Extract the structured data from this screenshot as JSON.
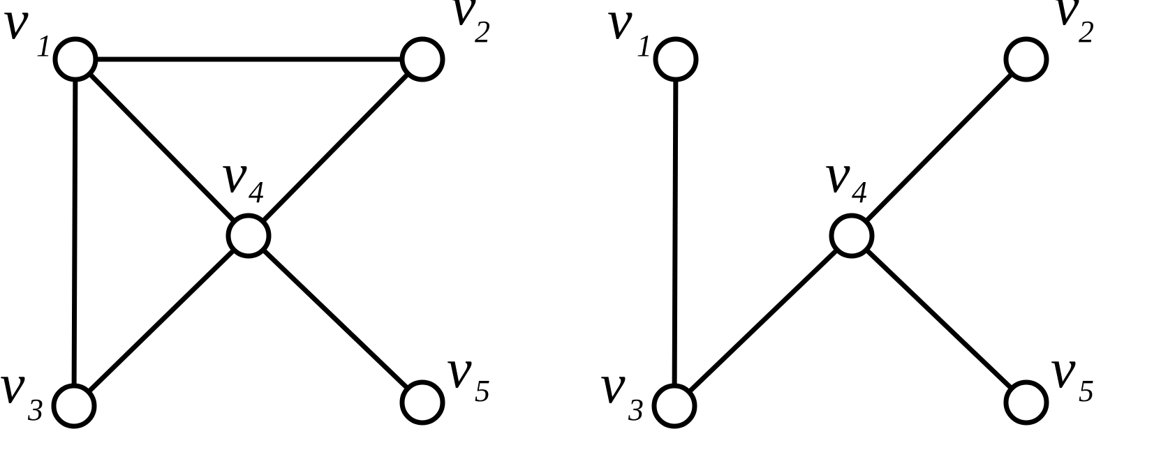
{
  "graphs": [
    {
      "id": "left-graph",
      "vertices": [
        {
          "id": "v1",
          "label": "v",
          "subscript": "1"
        },
        {
          "id": "v2",
          "label": "v",
          "subscript": "2"
        },
        {
          "id": "v3",
          "label": "v",
          "subscript": "3"
        },
        {
          "id": "v4",
          "label": "v",
          "subscript": "4"
        },
        {
          "id": "v5",
          "label": "v",
          "subscript": "5"
        }
      ],
      "edges": [
        [
          "v1",
          "v2"
        ],
        [
          "v1",
          "v3"
        ],
        [
          "v1",
          "v4"
        ],
        [
          "v2",
          "v4"
        ],
        [
          "v3",
          "v4"
        ],
        [
          "v4",
          "v5"
        ]
      ]
    },
    {
      "id": "right-graph",
      "vertices": [
        {
          "id": "v1",
          "label": "v",
          "subscript": "1"
        },
        {
          "id": "v2",
          "label": "v",
          "subscript": "2"
        },
        {
          "id": "v3",
          "label": "v",
          "subscript": "3"
        },
        {
          "id": "v4",
          "label": "v",
          "subscript": "4"
        },
        {
          "id": "v5",
          "label": "v",
          "subscript": "5"
        }
      ],
      "edges": [
        [
          "v1",
          "v3"
        ],
        [
          "v3",
          "v4"
        ],
        [
          "v2",
          "v4"
        ],
        [
          "v4",
          "v5"
        ]
      ]
    }
  ],
  "colors": {
    "stroke": "#000000",
    "node_fill": "#ffffff",
    "background": "#ffffff"
  }
}
